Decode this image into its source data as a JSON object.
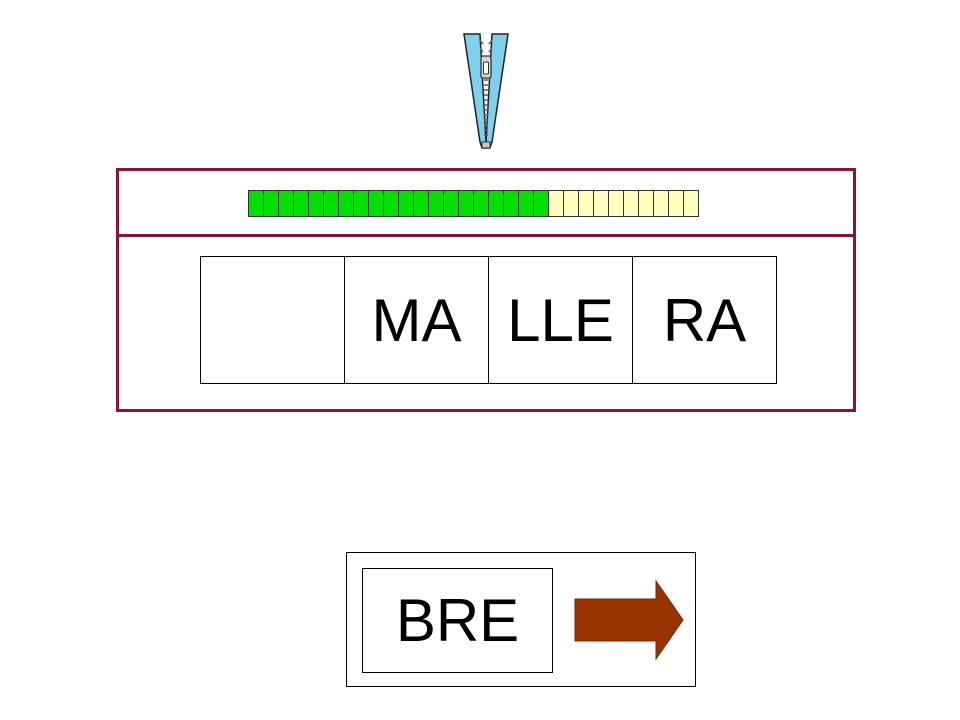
{
  "progress": {
    "filled": 20,
    "total": 30,
    "filled_color": "#00e100",
    "empty_color": "#ffffc0"
  },
  "colors": {
    "frame": "#8b1538",
    "arrow": "#993300",
    "zipper": "#7fd0ec"
  },
  "word": {
    "slots": [
      "",
      "MA",
      "LLE",
      "RA"
    ]
  },
  "answer": {
    "tile": "BRE"
  },
  "icons": {
    "header": "zipper-icon",
    "next": "right-arrow-icon"
  }
}
